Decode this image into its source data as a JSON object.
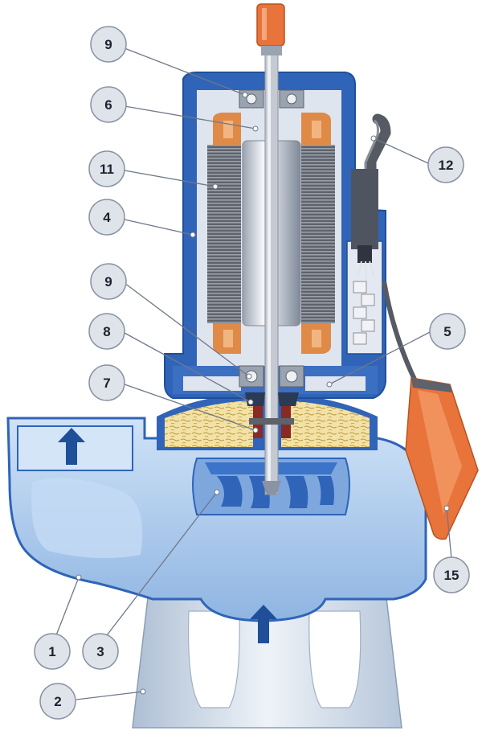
{
  "callouts": [
    {
      "id": "c9-top",
      "label": "9"
    },
    {
      "id": "c6",
      "label": "6"
    },
    {
      "id": "c11",
      "label": "11"
    },
    {
      "id": "c4",
      "label": "4"
    },
    {
      "id": "c9-mid",
      "label": "9"
    },
    {
      "id": "c8",
      "label": "8"
    },
    {
      "id": "c7",
      "label": "7"
    },
    {
      "id": "c12",
      "label": "12"
    },
    {
      "id": "c5",
      "label": "5"
    },
    {
      "id": "c15",
      "label": "15"
    },
    {
      "id": "c1",
      "label": "1"
    },
    {
      "id": "c3",
      "label": "3"
    },
    {
      "id": "c2",
      "label": "2"
    }
  ],
  "colors": {
    "casing": "#2f64b8",
    "casing_light": "#a9c8ec",
    "volute": "#b6d2f1",
    "stator": "#6b6f78",
    "winding": "#e08a48",
    "rotor": "#d9dde3",
    "shaft": "#c5cad2",
    "oil_chamber": "#f2dea0",
    "cable": "#555a63",
    "float": "#e8733b",
    "base": "#dbe5f0",
    "arrow": "#1f4f99"
  }
}
